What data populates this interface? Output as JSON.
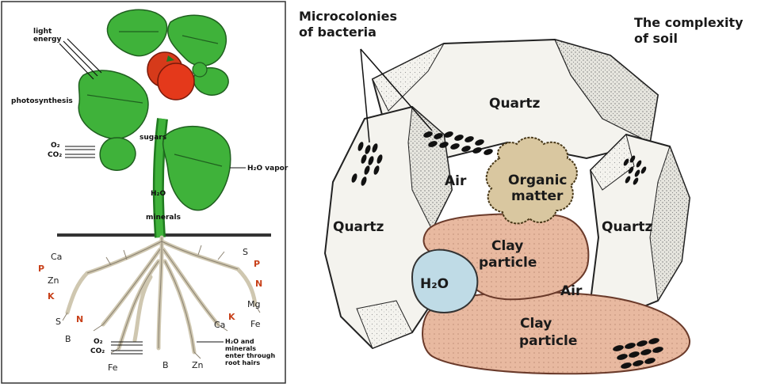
{
  "plant_diagram": {
    "labels": {
      "light_energy_1": "light",
      "light_energy_2": "energy",
      "photosynthesis": "photosynthesis",
      "o2": "O₂",
      "co2": "CO₂",
      "sugars": "sugars",
      "h2o_vapor": "H₂O vapor",
      "h2o": "H₂O",
      "minerals": "minerals",
      "root_o2": "O₂",
      "root_co2": "CO₂",
      "root_uptake_1": "H₂O and",
      "root_uptake_2": "minerals",
      "root_uptake_3": "enter through",
      "root_uptake_4": "root hairs"
    },
    "minerals": {
      "ca_left": "Ca",
      "p_left": "P",
      "zn_left": "Zn",
      "k_left": "K",
      "s_left": "S",
      "n_left": "N",
      "b_left": "B",
      "fe_bottom": "Fe",
      "b_bottom": "B",
      "zn_bottom": "Zn",
      "s_right": "S",
      "p_right": "P",
      "n_right": "N",
      "mg_right": "Mg",
      "ca_right": "Ca",
      "k_right": "K",
      "fe_right": "Fe"
    },
    "colors": {
      "leaf": "#3fb23a",
      "leaf_dark": "#1f7a1f",
      "fruit": "#e4391b",
      "root": "#d9d2bf",
      "highlight": "#c8411a"
    }
  },
  "soil_diagram": {
    "title_1": "The complexity",
    "title_2": "of soil",
    "bacteria_1": "Microcolonies",
    "bacteria_2": "of bacteria",
    "quartz_top": "Quartz",
    "quartz_left": "Quartz",
    "quartz_right": "Quartz",
    "air_top": "Air",
    "air_bottom": "Air",
    "organic_1": "Organic",
    "organic_2": "matter",
    "clay_top_1": "Clay",
    "clay_top_2": "particle",
    "clay_bottom_1": "Clay",
    "clay_bottom_2": "particle",
    "water": "H₂O",
    "colors": {
      "quartz": "#f4f3ee",
      "clay": "#e8b9a0",
      "organic": "#d9c7a0",
      "water": "#bfdbe6"
    }
  }
}
